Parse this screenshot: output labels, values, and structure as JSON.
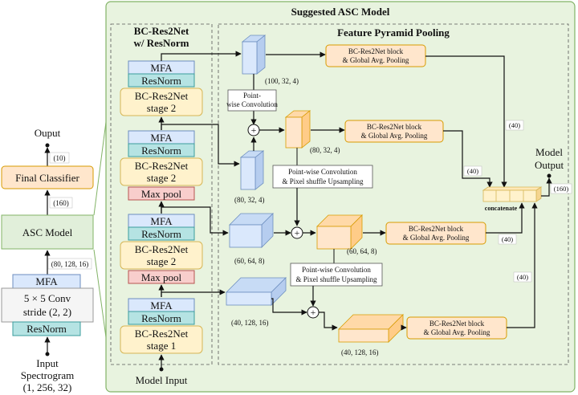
{
  "title": "Suggested ASC Model",
  "left_pipeline": {
    "ouput_label": "Ouput",
    "dim_10": "(10)",
    "final_classifier": "Final Classifier",
    "dim_160": "(160)",
    "asc_model": "ASC Model",
    "dim_80_128_16": "(80, 128, 16)",
    "mfa": "MFA",
    "conv_line1": "5 × 5 Conv",
    "conv_line2": "stride (2, 2)",
    "resnorm": "ResNorm",
    "input_line1": "Input",
    "input_line2": "Spectrogram",
    "input_line3": "(1, 256, 32)"
  },
  "backbone": {
    "title_line1": "BC-Res2Net",
    "title_line2": "w/ ResNorm",
    "mfa": "MFA",
    "resnorm": "ResNorm",
    "max_pool": "Max pool",
    "bc_line1": "BC-Res2Net",
    "stage2": "stage 2",
    "stage1": "stage 1",
    "model_input": "Model Input"
  },
  "fpp": {
    "title": "Feature Pyramid Pooling",
    "pointwise_line1": "Point-",
    "pointwise_line2": "wise Convolution",
    "pw_up_line1": "Point-wise Convolution",
    "pw_up_line2": "& Pixel shuffle Upsampling",
    "block_line1": "BC-Res2Net block",
    "block_line2": "& Global Avg. Pooling",
    "concatenate": "concatenate",
    "model_output_line1": "Model",
    "model_output_line2": "Output",
    "dims": {
      "d100_32_4": "(100, 32, 4)",
      "d80_32_4_a": "(80, 32, 4)",
      "d80_32_4_b": "(80, 32, 4)",
      "d60_64_8_a": "(60, 64, 8)",
      "d60_64_8_b": "(60, 64, 8)",
      "d40_128_16_a": "(40, 128, 16)",
      "d40_128_16_b": "(40, 128, 16)",
      "d40": "(40)",
      "d160": "(160)"
    }
  },
  "colors": {
    "outer_green_fill": "#e8f3df",
    "outer_green_stroke": "#82b366",
    "blue_fill": "#dae8fc",
    "blue_stroke": "#6c8ebf",
    "teal_fill": "#b5e3e3",
    "teal_stroke": "#3a9d9d",
    "yellow_fill": "#fff2cc",
    "yellow_stroke": "#d6b656",
    "orange_fill": "#ffe6cc",
    "orange_stroke": "#d79b00",
    "red_fill": "#f8cecc",
    "red_stroke": "#b85450",
    "gray_fill": "#f5f5f5"
  }
}
